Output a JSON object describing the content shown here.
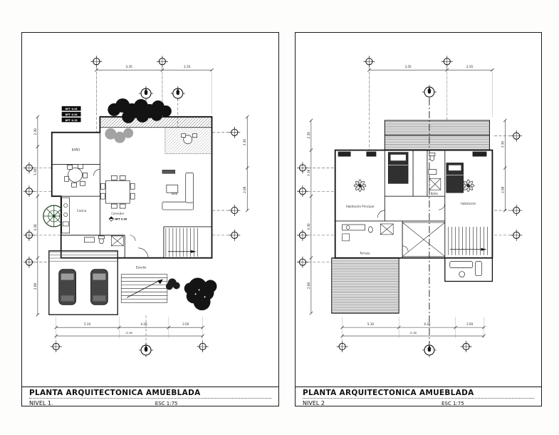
{
  "sheets": [
    {
      "title": "PLANTA ARQUITECTONICA AMUEBLADA",
      "level": "NIVEL 1.",
      "scale": "ESC 1:75",
      "dims_bottom": [
        "5.10",
        "4.20",
        "3.50"
      ],
      "dim_total": "12.80",
      "dims_left": [
        "2.30",
        "3.30",
        "4.30",
        "2.00"
      ],
      "dims_top": [
        "3.35",
        "2.35"
      ],
      "dims_right": [
        "3.30",
        "2.00"
      ],
      "npt_steps": [
        "NPT -0.45",
        "NPT -0.30",
        "NPT -0.15"
      ],
      "level_marker": "NPT  0.00",
      "rooms": {
        "bath": "BAÑO",
        "kitchen": "Cocina",
        "dining": "Comedor",
        "living": "Sala",
        "study": "Estudio"
      }
    },
    {
      "title": "PLANTA ARQUITECTONICA AMUEBLADA",
      "level": "NIVEL 2",
      "scale": "ESC 1:75",
      "dims_bottom": [
        "5.10",
        "4.20",
        "3.50"
      ],
      "dim_total": "12.80",
      "dims_left": [
        "2.30",
        "3.30",
        "4.30",
        "2.00"
      ],
      "dims_top": [
        "3.35",
        "2.35"
      ],
      "dims_right": [
        "3.30",
        "2.00"
      ],
      "rooms": {
        "master": "Habitación Principal",
        "bedroom": "Habitación",
        "bath": "Baño",
        "terrace": "Terraza"
      }
    }
  ]
}
